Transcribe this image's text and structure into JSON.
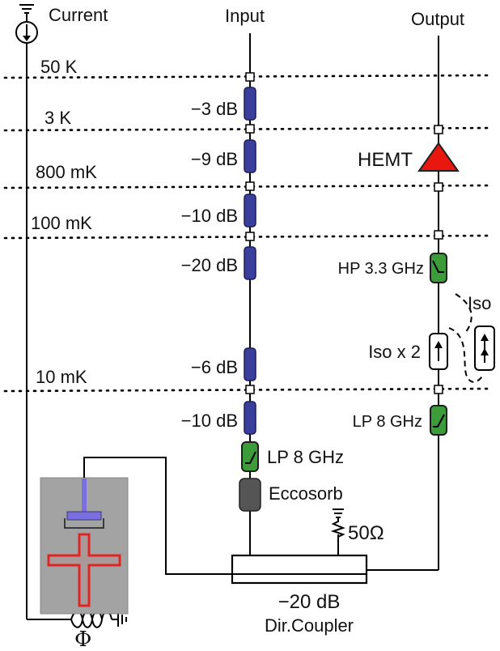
{
  "header": {
    "current": "Current",
    "input": "Input",
    "output": "Output"
  },
  "stages": [
    "50 K",
    "3 K",
    "800 mK",
    "100 mK",
    "10 mK"
  ],
  "input_chain": [
    "−3 dB",
    "−9 dB",
    "−10 dB",
    "−20 dB",
    "−6 dB",
    "−10 dB"
  ],
  "input_filter": "LP 8 GHz",
  "eccosorb": "Eccosorb",
  "output_chain": {
    "hemt": "HEMT",
    "hp_filter": "HP 3.3 GHz",
    "iso_label": "Iso",
    "iso_x2": "Iso x 2",
    "lp_filter": "LP 8 GHz"
  },
  "termination": "50Ω",
  "coupler": {
    "value": "−20 dB",
    "name": "Dir.Coupler"
  },
  "flux": "Φ",
  "colors": {
    "attenuator": "#3b3f9c",
    "filter": "#3d9c3a",
    "hemt": "#e8170f",
    "eccosorb": "#555555",
    "qubit_red": "#e02424",
    "qubit_blue": "#7a6ee0"
  }
}
